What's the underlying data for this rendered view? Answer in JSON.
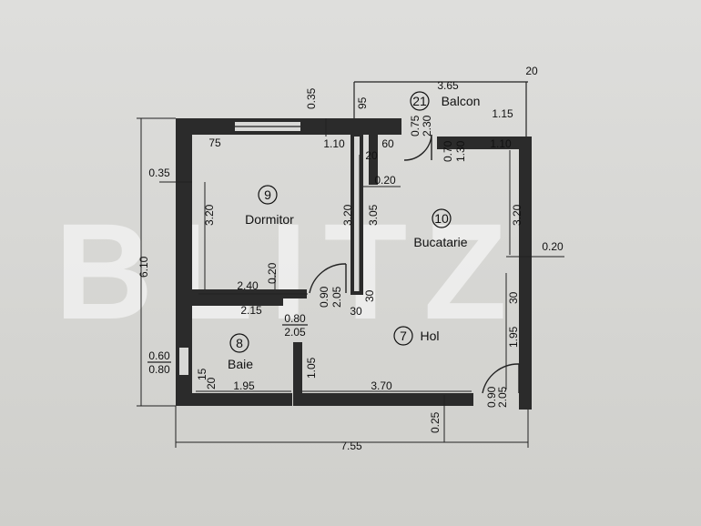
{
  "watermark": "BLITZ",
  "rooms": {
    "dormitor": {
      "number": "9",
      "name": "Dormitor"
    },
    "bucatarie": {
      "number": "10",
      "name": "Bucatarie"
    },
    "hol": {
      "number": "7",
      "name": "Hol"
    },
    "baie": {
      "number": "8",
      "name": "Baie"
    },
    "balcon": {
      "number": "21",
      "name": "Balcon"
    }
  },
  "dimensions": {
    "d365": "3.65",
    "d20_top": "20",
    "d035_top": "0.35",
    "d95": "95",
    "d075": "0.75",
    "d230a": "2.30",
    "d115": "1.15",
    "d75": "75",
    "d110_left": "1.10",
    "d60": "60",
    "d20_mid": "20",
    "d070": "0.70",
    "d130": "1.30",
    "d110_right": "1.10",
    "d035_left": "0.35",
    "d020_mid": "0.20",
    "d320_dorm": "3.20",
    "d320_mid": "3.20",
    "d305": "3.05",
    "d320_right": "3.20",
    "d020_right": "0.20",
    "d610": "6.10",
    "d020_dorm": "0.20",
    "d240": "2.40",
    "d090a": "0.90",
    "d205a": "2.05",
    "d30_a": "30",
    "d30_b": "30",
    "d215": "2.15",
    "d080": "0.80",
    "d205b": "2.05",
    "d30_right": "30",
    "d195_right": "1.95",
    "d060": "0.60",
    "d080_left": "0.80",
    "d15": "15",
    "d20_baie": "20",
    "d105": "1.05",
    "d195_baie": "1.95",
    "d370": "3.70",
    "d090b": "0.90",
    "d205c": "2.05",
    "d025": "0.25",
    "d755": "7.55"
  },
  "colors": {
    "wall": "#2b2b2b",
    "paper": "#d9d9d7",
    "ink": "#111111"
  }
}
